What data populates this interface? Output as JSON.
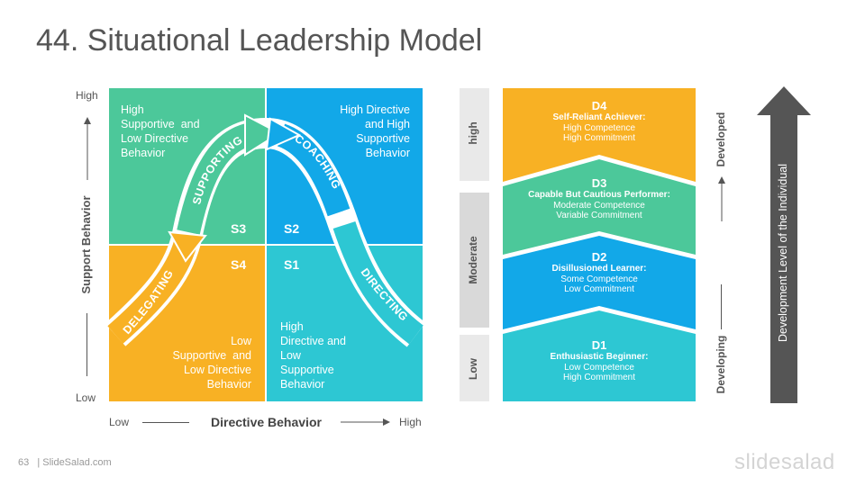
{
  "title": "44. Situational Leadership Model",
  "colors": {
    "green": "#4CC89A",
    "blue": "#12A8E8",
    "orange": "#F8B124",
    "cyan": "#2DC7D3",
    "dark_arrow": "#555555",
    "level_bg": "#E9E9E9"
  },
  "quadrant_chart": {
    "y_axis": {
      "label": "Support Behavior",
      "high": "High",
      "low": "Low"
    },
    "x_axis": {
      "label": "Directive Behavior",
      "low": "Low",
      "high": "High"
    },
    "quadrants": {
      "s3": {
        "label": "S3",
        "text": [
          "High",
          "Supportive  and",
          "Low Directive",
          "Behavior"
        ]
      },
      "s2": {
        "label": "S2",
        "text": [
          "High Directive",
          "and High",
          "Supportive",
          "Behavior"
        ]
      },
      "s4": {
        "label": "S4",
        "text": [
          "Low",
          "Supportive  and",
          "Low Directive",
          "Behavior"
        ]
      },
      "s1": {
        "label": "S1",
        "text": [
          "High",
          "Directive and",
          "Low",
          "Supportive",
          "Behavior"
        ]
      }
    },
    "curve_labels": {
      "supporting": "SUPPORTING",
      "coaching": "COACHING",
      "delegating": "DELEGATING",
      "directing": "DIRECTING"
    }
  },
  "levels": {
    "high": "high",
    "moderate": "Moderate",
    "low": "Low"
  },
  "development": [
    {
      "code": "D4",
      "name": "Self-Reliant Achiever:",
      "detail1": "High Competence",
      "detail2": "High Commitment",
      "color": "#F8B124"
    },
    {
      "code": "D3",
      "name": "Capable But Cautious Performer:",
      "detail1": "Moderate Competence",
      "detail2": "Variable Commitment",
      "color": "#4CC89A"
    },
    {
      "code": "D2",
      "name": "Disillusioned Learner:",
      "detail1": "Some Competence",
      "detail2": "Low Commitment",
      "color": "#12A8E8"
    },
    {
      "code": "D1",
      "name": "Enthusiastic Beginner:",
      "detail1": "Low Competence",
      "detail2": "High Commitment",
      "color": "#2DC7D3"
    }
  ],
  "developed_label": "Developed",
  "developing_label": "Developing",
  "big_arrow_label": "Development Level of the Individual",
  "footer": {
    "page": "63",
    "site": "| SlideSalad.com",
    "brand": "slidesalad"
  }
}
